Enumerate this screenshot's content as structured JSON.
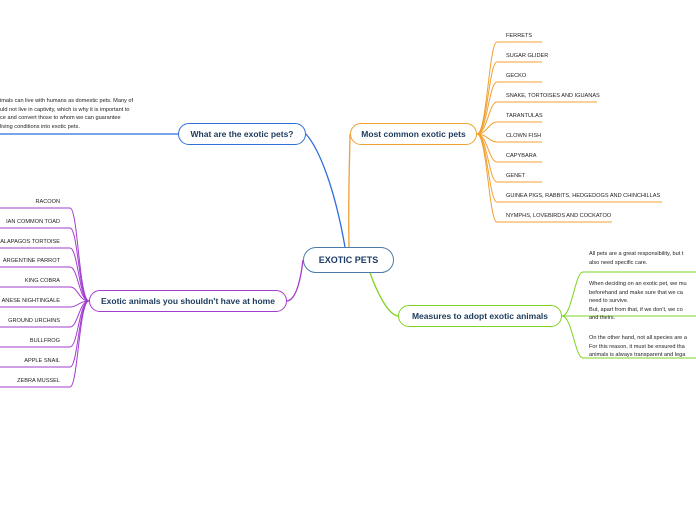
{
  "central": {
    "label": "EXOTIC PETS"
  },
  "branches": {
    "what_are": {
      "label": "What are the exotic pets?",
      "color": "#2f6fd8",
      "text": "imals can live with humans as domestic pets. Many of\nuld not live in captivity, which is why it is important to\nce and convert those to whom we can guarantee\nliving conditions into exotic pets."
    },
    "most_common": {
      "label": "Most common exotic pets",
      "color": "#f0a030",
      "items": [
        "FERRETS",
        "SUGAR GLIDER",
        "GECKO",
        "SNAKE, TORTOISES AND IGUANAS",
        "TARANTULAS",
        "CLOWN FISH",
        "CAPYBARA",
        "GENET",
        "GUINEA PIGS, RABBITS, HEDGEDOGS AND CHINCHILLAS",
        "NYMPHS, LOVEBIRDS AND COCKATOO"
      ]
    },
    "should_not": {
      "label": "Exotic animals you shouldn't have at home",
      "color": "#a23ccf",
      "items": [
        "RACOON",
        "IAN COMMON TOAD",
        "ALAPAGOS TORTOISE",
        "ARGENTINE PARROT",
        "KING COBRA",
        "ANESE NIGHTINGALE",
        "GROUND URCHINS",
        "BULLFROG",
        "APPLE SNAIL",
        "ZEBRA MUSSEL"
      ]
    },
    "measures": {
      "label": "Measures to adopt exotic animals",
      "color": "#7ed321",
      "paragraphs": [
        "All pets are a great responsibility, but t\nalso need specific care.",
        "When deciding on an exotic pet, we mu\nbeforehand and make sure that we ca\nneed to survive.\nBut, apart from that, if we don't, we co\nand theirs.",
        "On the other hand, not all species are a\nFor this reason, it must be ensured tha\nanimals is always transparent and lega"
      ]
    }
  }
}
